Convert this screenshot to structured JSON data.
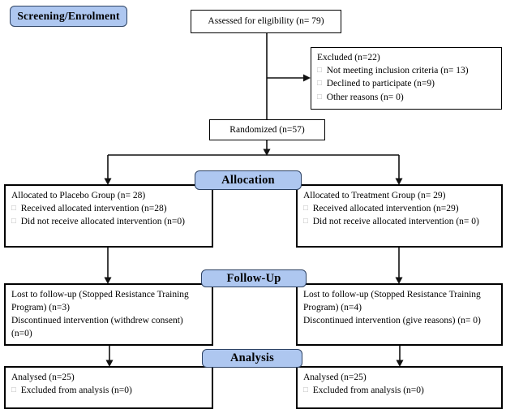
{
  "colors": {
    "badge_fill": "#aec7f0",
    "badge_border": "#2d4263"
  },
  "glyphs": {
    "bullet": "□"
  },
  "badges": {
    "screening": "Screening/Enrolment",
    "allocation": "Allocation",
    "followup": "Follow-Up",
    "analysis": "Analysis"
  },
  "boxes": {
    "assessed": {
      "text": "Assessed for eligibility (n= 79)"
    },
    "excluded": {
      "title": "Excluded (n=22)",
      "items": [
        "Not meeting inclusion criteria (n= 13)",
        "Declined to participate (n=9)",
        "Other reasons (n= 0)"
      ]
    },
    "randomized": {
      "text": "Randomized (n=57)"
    },
    "alloc_left": {
      "title": "Allocated to Placebo Group (n= 28)",
      "items": [
        "Received allocated intervention (n=28)",
        "Did not receive allocated intervention (n=0)"
      ]
    },
    "alloc_right": {
      "title": "Allocated to Treatment Group (n= 29)",
      "items": [
        "Received allocated intervention (n=29)",
        "Did not receive allocated intervention (n= 0)"
      ]
    },
    "fu_left": {
      "lines": [
        "Lost to follow-up (Stopped Resistance Training Program) (n=3)",
        "Discontinued intervention (withdrew consent) (n=0)"
      ]
    },
    "fu_right": {
      "lines": [
        "Lost to follow-up (Stopped Resistance Training Program) (n=4)",
        "Discontinued intervention (give reasons) (n= 0)"
      ]
    },
    "an_left": {
      "title": "Analysed (n=25)",
      "items": [
        "Excluded from analysis (n=0)"
      ]
    },
    "an_right": {
      "title": "Analysed (n=25)",
      "items": [
        "Excluded from analysis (n=0)"
      ]
    }
  }
}
